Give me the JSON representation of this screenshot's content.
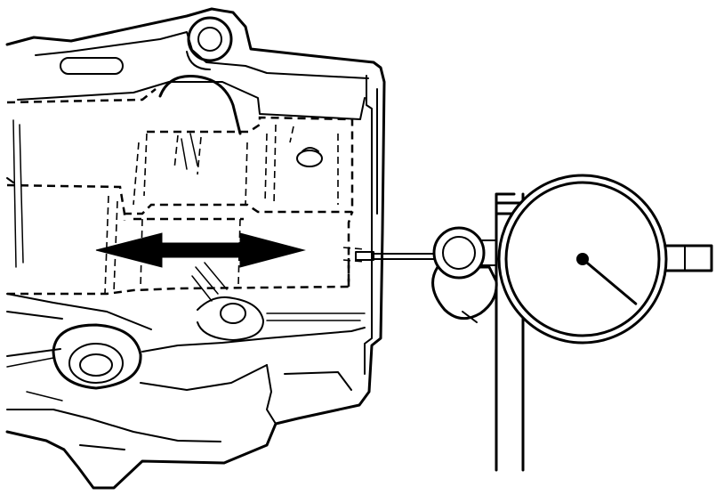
{
  "figure": {
    "subject": "transmission-case",
    "colors": {
      "line": "#000000",
      "background": "#ffffff"
    }
  },
  "gauge": {
    "needle_angle_deg": 40
  },
  "movement_arrow": {
    "direction": "double-horizontal"
  }
}
